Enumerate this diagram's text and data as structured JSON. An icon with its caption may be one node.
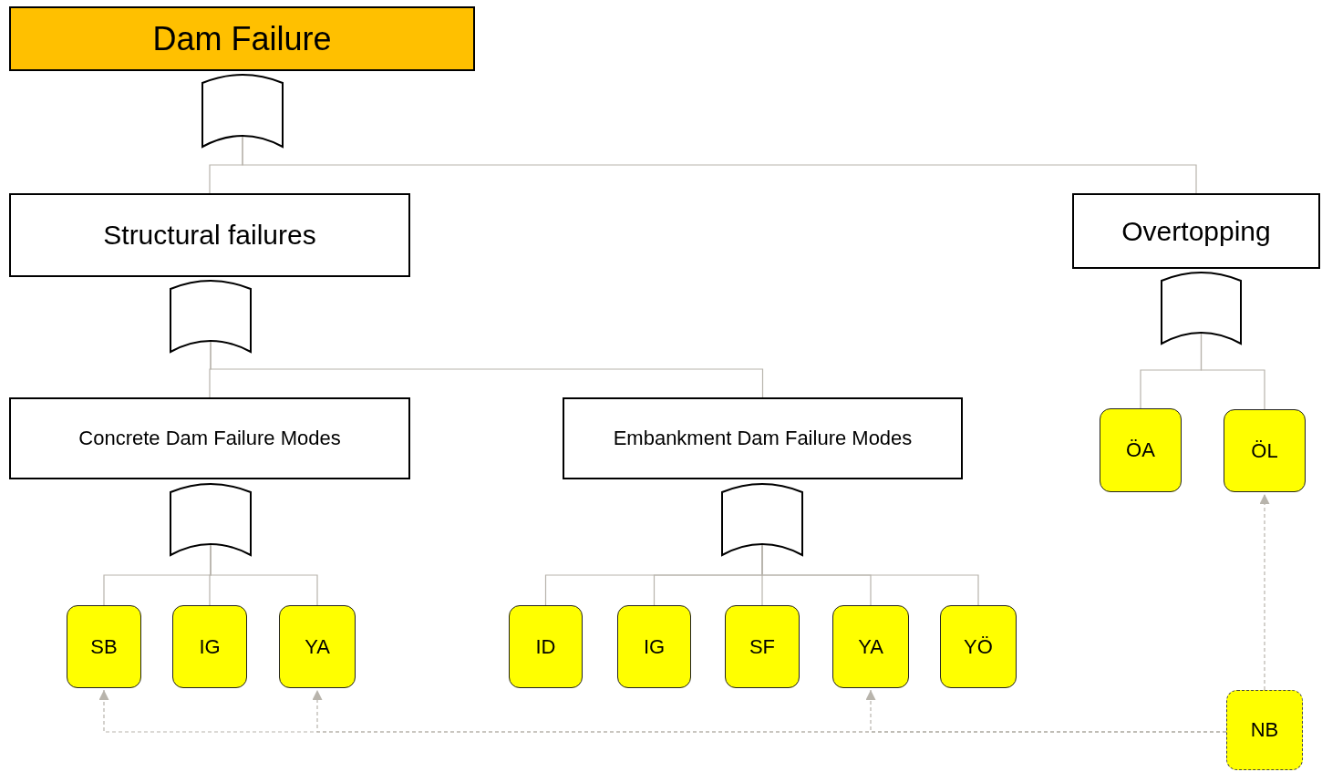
{
  "diagram": {
    "nodes": [
      {
        "text": [
          "Dam Failure"
        ]
      },
      {
        "text": [],
        "shape": "gate"
      },
      {
        "text": [
          "Structural failures"
        ]
      },
      {
        "text": [
          "Overtopping"
        ]
      },
      {
        "text": [],
        "shape": "gate"
      },
      {
        "text": [],
        "shape": "gate"
      },
      {
        "text": [
          "Concrete Dam Failure Modes"
        ]
      },
      {
        "text": [
          "Embankment Dam Failure Modes"
        ]
      },
      {
        "text": [
          "ÖA"
        ]
      },
      {
        "text": [
          "ÖL"
        ]
      },
      {
        "text": [],
        "shape": "gate"
      },
      {
        "text": [],
        "shape": "gate"
      },
      {
        "text": [
          "SB"
        ]
      },
      {
        "text": [
          "IG"
        ]
      },
      {
        "text": [
          "YA"
        ]
      },
      {
        "text": [
          "ID"
        ]
      },
      {
        "text": [
          "IG"
        ]
      },
      {
        "text": [
          "SF"
        ]
      },
      {
        "text": [
          "YA"
        ]
      },
      {
        "text": [
          "YÖ"
        ]
      },
      {
        "text": [
          "NB"
        ]
      }
    ],
    "edges": [
      {
        "from": 1,
        "to": 2,
        "arrow": "none"
      },
      {
        "from": 1,
        "to": 3,
        "arrow": "none"
      },
      {
        "from": 4,
        "to": 6,
        "arrow": "none"
      },
      {
        "from": 4,
        "to": 7,
        "arrow": "none"
      },
      {
        "from": 5,
        "to": 8,
        "arrow": "none"
      },
      {
        "from": 5,
        "to": 9,
        "arrow": "none"
      },
      {
        "from": 10,
        "to": 12,
        "arrow": "none"
      },
      {
        "from": 10,
        "to": 13,
        "arrow": "none"
      },
      {
        "from": 10,
        "to": 14,
        "arrow": "none"
      },
      {
        "from": 11,
        "to": 15,
        "arrow": "none"
      },
      {
        "from": 11,
        "to": 16,
        "arrow": "none"
      },
      {
        "from": 11,
        "to": 17,
        "arrow": "none"
      },
      {
        "from": 11,
        "to": 18,
        "arrow": "none"
      },
      {
        "from": 11,
        "to": 19,
        "arrow": "none"
      },
      {
        "from": 20,
        "to": 9,
        "arrow": "to",
        "style": "dashed"
      },
      {
        "from": 20,
        "to": 18,
        "arrow": "to",
        "style": "dashed"
      },
      {
        "from": 20,
        "to": 14,
        "arrow": "to",
        "style": "dashed"
      },
      {
        "from": 20,
        "to": 12,
        "arrow": "to",
        "style": "dashed"
      }
    ]
  }
}
